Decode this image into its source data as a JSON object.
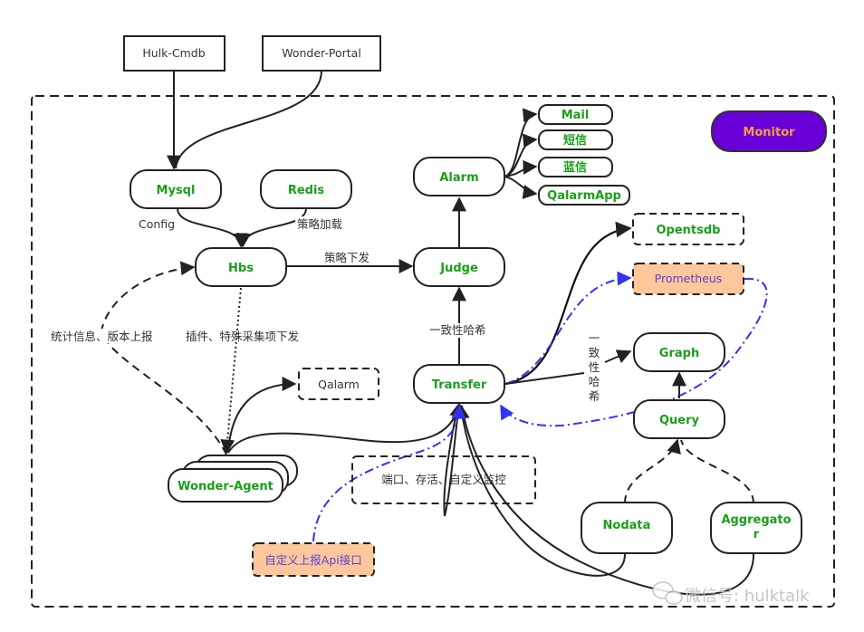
{
  "diagram": {
    "title": "Monitor",
    "colors": {
      "node_text": "#1a9e1a",
      "monitor_fill": "#6a00d8",
      "monitor_text": "#f0a040",
      "highlight_fill": "#fcc89b",
      "highlight_text": "#5b3fd6",
      "blue_link": "#3333ee",
      "line": "#222222"
    },
    "external_nodes": {
      "hulk_cmdb": "Hulk-Cmdb",
      "wonder_portal": "Wonder-Portal"
    },
    "nodes": {
      "mysql": "Mysql",
      "redis": "Redis",
      "hbs": "Hbs",
      "judge": "Judge",
      "alarm": "Alarm",
      "mail": "Mail",
      "sms": "短信",
      "lanxin": "蓝信",
      "qalarm_app": "QalarmApp",
      "transfer": "Transfer",
      "wonder_agent": "Wonder-Agent",
      "opentsdb": "Opentsdb",
      "prometheus": "Prometheus",
      "graph": "Graph",
      "query": "Query",
      "nodata": "Nodata",
      "aggregator_line1": "Aggregato",
      "aggregator_line2": "r",
      "qalarm": "Qalarm",
      "custom_api": "自定义上报Api接口",
      "agent_functions": "端口、存活、自定义监控"
    },
    "edge_labels": {
      "config": "Config",
      "strategy_load": "策略加载",
      "strategy_dispatch": "策略下发",
      "stats_report": "统计信息、版本上报",
      "plugin_dispatch": "插件、特殊采集项下发",
      "consistent_hash": "一致性哈希",
      "consistent_hash_vertical": [
        "一",
        "致",
        "性",
        "哈",
        "希"
      ]
    },
    "watermark": "微信号: hulktalk"
  }
}
